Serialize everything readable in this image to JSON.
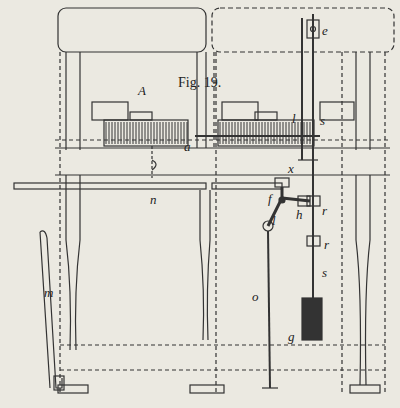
{
  "diagram": {
    "title": "Fig. 19.",
    "labels": [
      "e",
      "l",
      "s",
      "A",
      "a",
      "n",
      "x",
      "f",
      "h",
      "r",
      "l",
      "r",
      "s",
      "o",
      "g",
      "m"
    ]
  }
}
